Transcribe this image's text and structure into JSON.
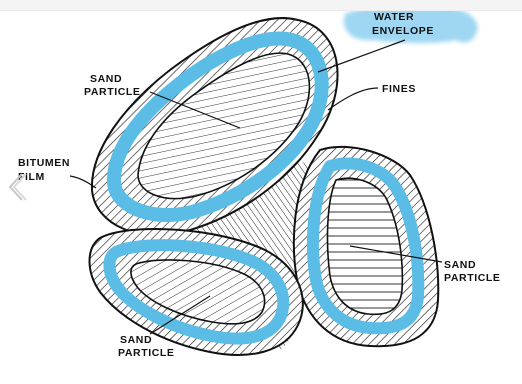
{
  "diagram": {
    "labels": {
      "water_envelope": [
        "WATER",
        "ENVELOPE"
      ],
      "sand_particle_top": [
        "SAND",
        "PARTICLE"
      ],
      "fines": "FINES",
      "bitumen_film": [
        "BITUMEN",
        "FILM"
      ],
      "sand_particle_right": [
        "SAND",
        "PARTICLE"
      ],
      "sand_particle_bottom": [
        "SAND",
        "PARTICLE"
      ]
    },
    "colors": {
      "water": "#5bbde6",
      "water_glow": "#9fd7f2",
      "ink": "#111111",
      "bitumen_hatch": "#222222"
    }
  },
  "ui": {
    "prev_icon": "chevron-left-icon"
  }
}
